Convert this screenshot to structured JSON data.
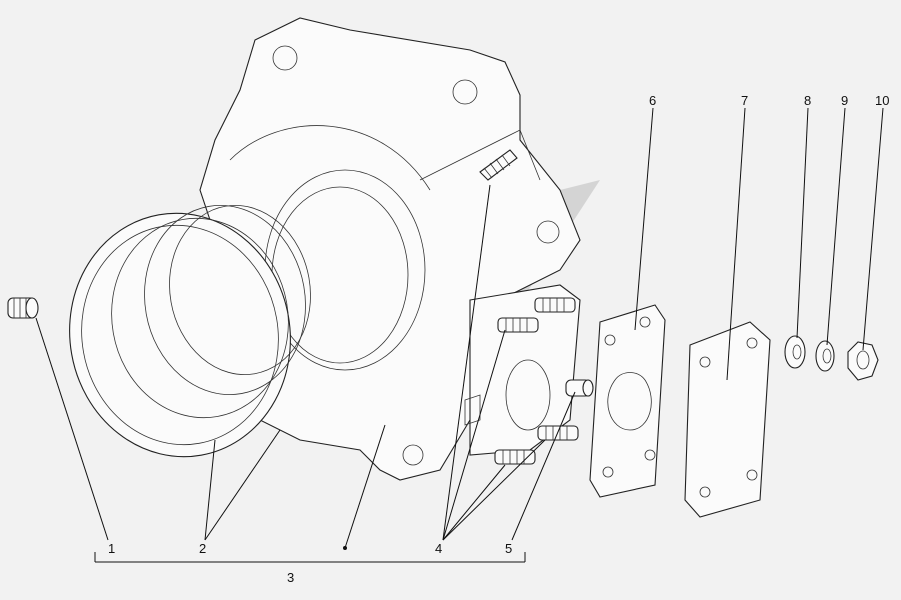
{
  "diagram": {
    "callouts": [
      "1",
      "2",
      "3",
      "4",
      "5",
      "6",
      "7",
      "8",
      "9",
      "10"
    ],
    "colors": {
      "background": "#f2f2f2",
      "lines": "#222222",
      "watermark": "#cfcfcf"
    }
  }
}
